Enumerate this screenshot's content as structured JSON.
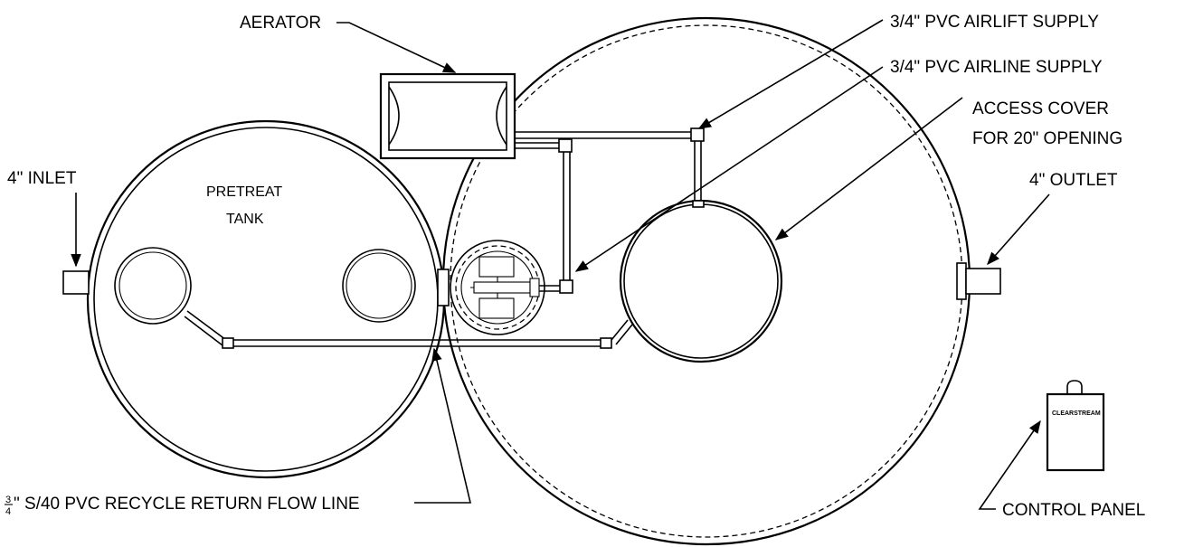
{
  "labels": {
    "aerator": "AERATOR",
    "airlift_supply": "3/4\" PVC AIRLIFT SUPPLY",
    "airline_supply": "3/4\" PVC AIRLINE SUPPLY",
    "access_cover_line1": "ACCESS COVER",
    "access_cover_line2": "FOR 20\" OPENING",
    "inlet": "4\" INLET",
    "outlet": "4\" OUTLET",
    "pretreat_line1": "PRETREAT",
    "pretreat_line2": "TANK",
    "recycle_frac_num": "3",
    "recycle_frac_den": "4",
    "recycle_return": "\" S/40 PVC RECYCLE RETURN FLOW LINE",
    "panel_brand": "CLEARSTREAM",
    "control_panel": "CONTROL PANEL"
  }
}
